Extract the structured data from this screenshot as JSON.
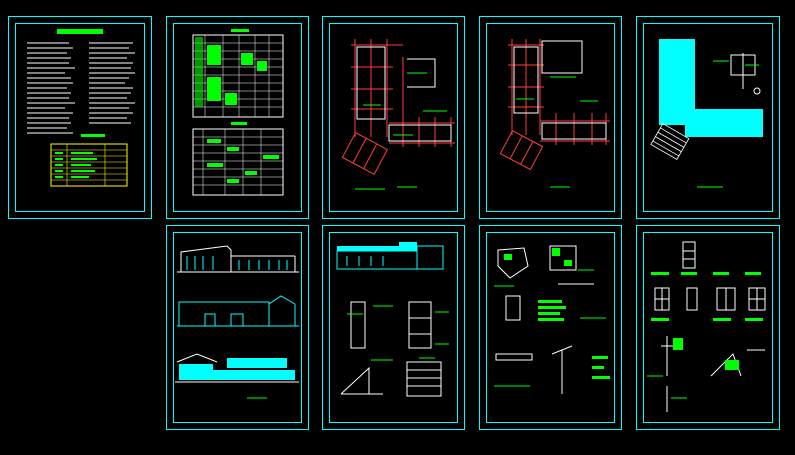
{
  "colors": {
    "background": "#000000",
    "frame": "#00ffff",
    "line_green": "#00ff00",
    "line_white": "#ffffff",
    "line_red": "#ff3b3b",
    "line_yellow": "#ffff00",
    "fill_cyan": "#00ffff",
    "text_green": "#00ff00"
  },
  "sheets": [
    {
      "id": "design-notes-sheet",
      "kind": "notes"
    },
    {
      "id": "tables-sheet",
      "kind": "tables"
    },
    {
      "id": "ground-floor-plan-sheet",
      "kind": "plan"
    },
    {
      "id": "upper-floor-plan-sheet",
      "kind": "plan"
    },
    {
      "id": "roof-plan-sheet",
      "kind": "roof"
    },
    {
      "id": "elevations-sheet",
      "kind": "elevations"
    },
    {
      "id": "sections-sheet",
      "kind": "sections"
    },
    {
      "id": "details-sheet-a",
      "kind": "details"
    },
    {
      "id": "details-sheet-b",
      "kind": "details"
    }
  ]
}
